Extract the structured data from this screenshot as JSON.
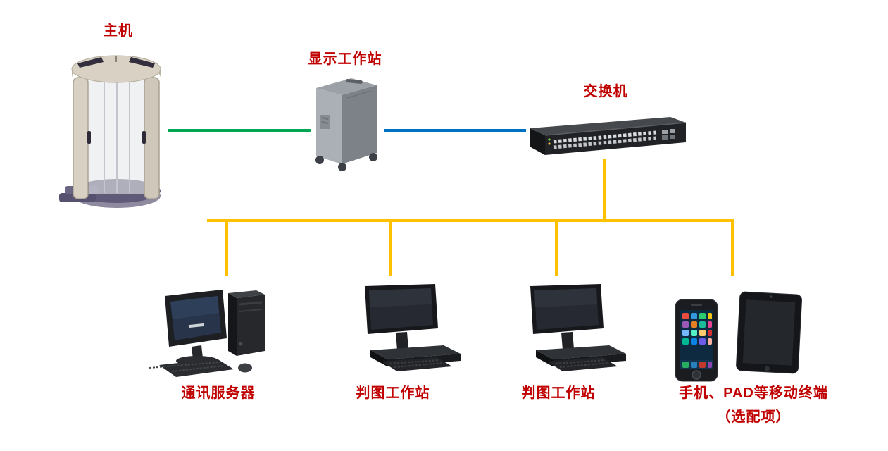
{
  "diagram": {
    "type": "network-topology",
    "colors": {
      "label_text": "#C00000",
      "link_green": "#00A651",
      "link_blue": "#0070C0",
      "link_yellow": "#FFC000",
      "background": "#FFFFFF"
    },
    "nodes": {
      "scanner": {
        "label": "主机",
        "icon": "body-scanner-icon"
      },
      "display_workstation": {
        "label": "显示工作站",
        "icon": "mobile-cabinet-icon"
      },
      "switch": {
        "label": "交换机",
        "icon": "network-switch-icon"
      },
      "comm_server": {
        "label": "通讯服务器",
        "icon": "desktop-computer-icon"
      },
      "judge_workstation_1": {
        "label": "判图工作站",
        "icon": "monitor-workstation-icon"
      },
      "judge_workstation_2": {
        "label": "判图工作站",
        "icon": "monitor-workstation-icon"
      },
      "mobile_terminals": {
        "label": "手机、PAD等移动终端",
        "sublabel": "（选配项）",
        "icon": "phone-tablet-icon"
      }
    },
    "links": [
      {
        "id": "scanner-display",
        "from": "scanner",
        "to": "display_workstation",
        "color": "#00A651"
      },
      {
        "id": "display-switch",
        "from": "display_workstation",
        "to": "switch",
        "color": "#0070C0"
      },
      {
        "id": "switch-bus",
        "from": "switch",
        "to": "bus",
        "color": "#FFC000"
      },
      {
        "id": "bus-comm-server",
        "from": "bus",
        "to": "comm_server",
        "color": "#FFC000"
      },
      {
        "id": "bus-judge-1",
        "from": "bus",
        "to": "judge_workstation_1",
        "color": "#FFC000"
      },
      {
        "id": "bus-judge-2",
        "from": "bus",
        "to": "judge_workstation_2",
        "color": "#FFC000"
      },
      {
        "id": "bus-mobile",
        "from": "bus",
        "to": "mobile_terminals",
        "color": "#FFC000"
      }
    ]
  }
}
